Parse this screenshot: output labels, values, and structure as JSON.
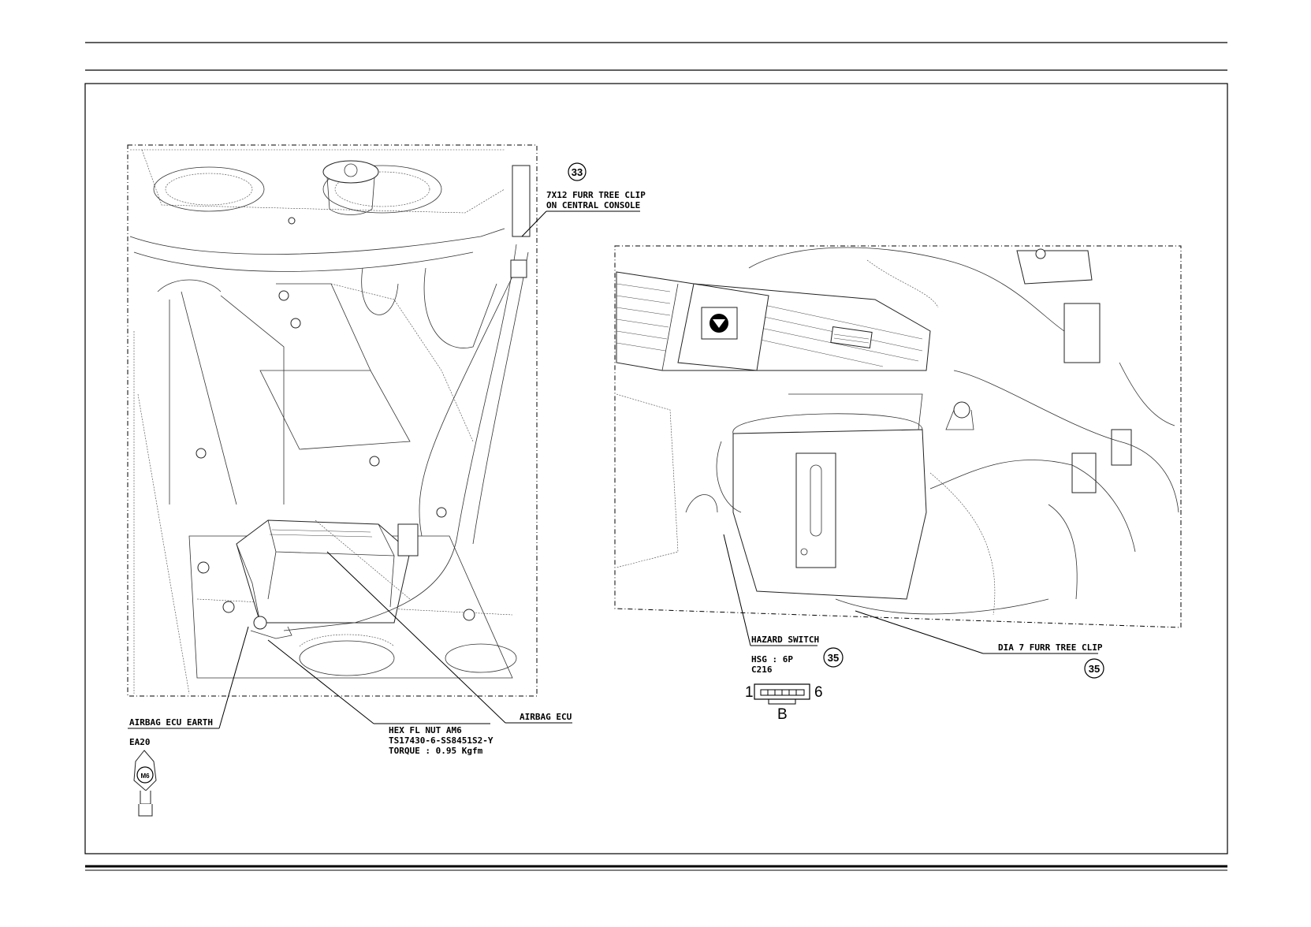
{
  "left_view": {
    "balloons": [
      {
        "number": "33"
      }
    ],
    "labels": {
      "furr_tree_clip_line1": "7X12 FURR TREE CLIP",
      "furr_tree_clip_line2": "ON CENTRAL CONSOLE",
      "airbag_ecu_earth": "AIRBAG ECU EARTH",
      "ea20": "EA20",
      "m6": "M6",
      "hex_nut_line1": "HEX FL NUT AM6",
      "hex_nut_line2": "TS17430-6-SS8451S2-Y",
      "hex_nut_line3": "TORQUE :  0.95 Kgfm",
      "airbag_ecu": "AIRBAG ECU"
    }
  },
  "right_view": {
    "balloons": [
      {
        "number": "35"
      },
      {
        "number": "35"
      }
    ],
    "labels": {
      "hazard_switch": "HAZARD SWITCH",
      "hsg": "HSG : 6P",
      "connector_code": "C216",
      "pin_first": "1",
      "pin_last": "6",
      "connector_side": "B",
      "dia7_clip": "DIA 7 FURR TREE CLIP"
    }
  }
}
